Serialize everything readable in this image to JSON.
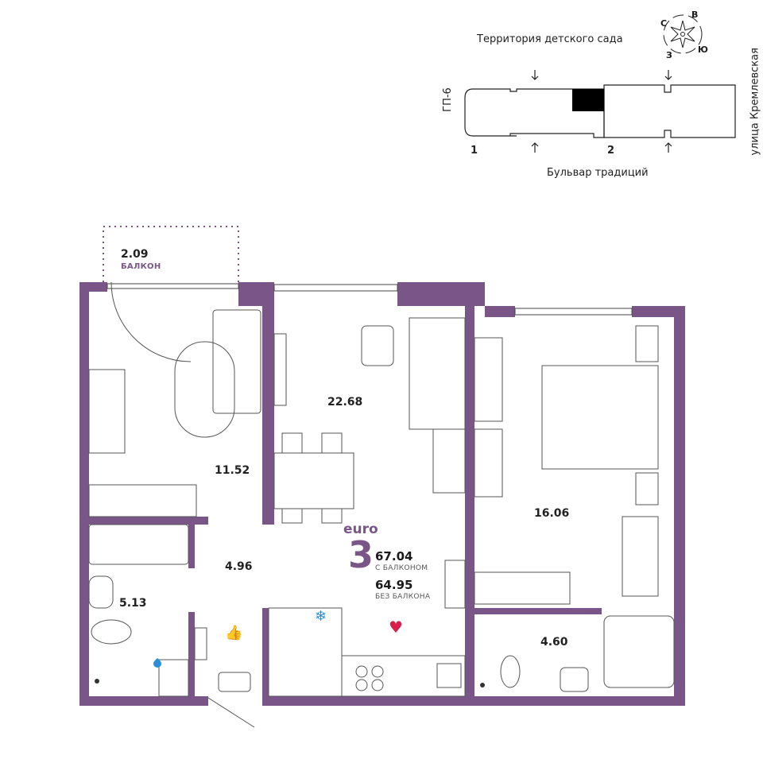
{
  "colors": {
    "wall": "#7a5587",
    "accent": "#7a5587",
    "heart": "#d81e4a",
    "thumb": "#3c9a3c",
    "drop": "#2a8fd8"
  },
  "site_plan": {
    "top_label": "Территория детского сада",
    "bottom_label": "Бульвар традиций",
    "left_label": "ГП-6",
    "right_label": "улица Кремлевская",
    "section_1": "1",
    "section_2": "2",
    "compass": {
      "n": "С",
      "e": "В",
      "s": "Ю",
      "w": "З"
    }
  },
  "apartment": {
    "type_prefix": "euro",
    "rooms": "3",
    "area_with_balcony": "67.04",
    "with_balcony_label": "С БАЛКОНОМ",
    "area_without_balcony": "64.95",
    "without_balcony_label": "БЕЗ БАЛКОНА"
  },
  "rooms": [
    {
      "name": "balcony",
      "area": "2.09",
      "label": "БАЛКОН"
    },
    {
      "name": "bedroom-left",
      "area": "11.52"
    },
    {
      "name": "living-kitchen",
      "area": "22.68"
    },
    {
      "name": "bedroom-right",
      "area": "16.06"
    },
    {
      "name": "hallway",
      "area": "4.96"
    },
    {
      "name": "bathroom-left",
      "area": "5.13"
    },
    {
      "name": "bathroom-right",
      "area": "4.60"
    }
  ],
  "icons": [
    "compass-icon",
    "heart-icon",
    "thumbs-up-icon",
    "water-drop-icon",
    "snowflake-icon"
  ]
}
